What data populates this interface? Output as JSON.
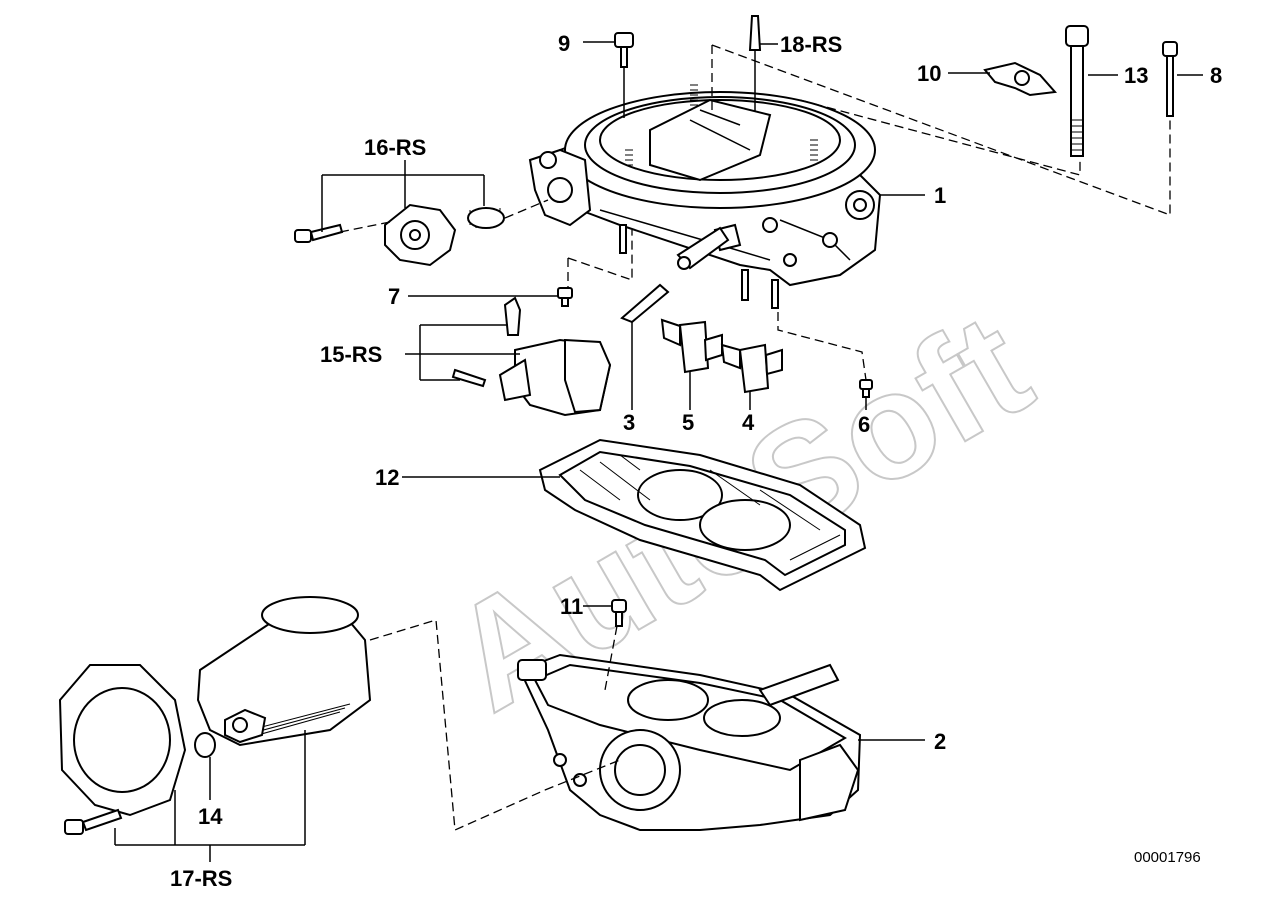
{
  "labels": {
    "p1": "1",
    "p2": "2",
    "p3": "3",
    "p4": "4",
    "p5": "5",
    "p6": "6",
    "p7": "7",
    "p8": "8",
    "p9": "9",
    "p10": "10",
    "p11": "11",
    "p12": "12",
    "p13": "13",
    "p14": "14",
    "p15": "15-RS",
    "p16": "16-RS",
    "p17": "17-RS",
    "p18": "18-RS"
  },
  "watermark": "AutoSoft",
  "diagram_code": "00001796"
}
